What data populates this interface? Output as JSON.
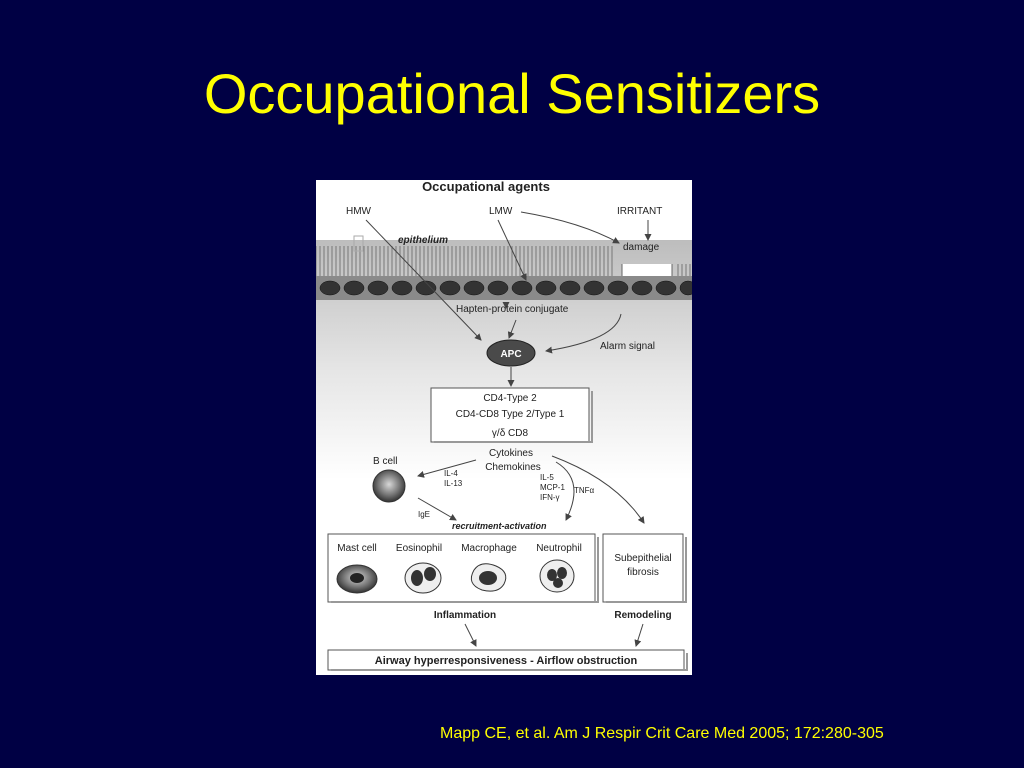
{
  "slide": {
    "title": "Occupational Sensitizers",
    "citation": "Mapp CE, et al.  Am J Respir Crit Care Med 2005; 172:280-305"
  },
  "diagram": {
    "header": "Occupational agents",
    "agents": {
      "hmw": "HMW",
      "lmw": "LMW",
      "irritant": "IRRITANT"
    },
    "damage": "damage",
    "epithelium": "epithelium",
    "hapten": "Hapten-protein conjugate",
    "apc": "APC",
    "alarm": "Alarm signal",
    "tcells": [
      "CD4-Type 2",
      "CD4-CD8 Type 2/Type 1",
      "γ/δ CD8"
    ],
    "cytokines": "Cytokines",
    "chemokines": "Chemokines",
    "bcell": "B cell",
    "il_left": [
      "IL-4",
      "IL-13"
    ],
    "il_right": [
      "IL-5",
      "MCP-1",
      "IFN-γ"
    ],
    "tnf": "TNFα",
    "ige": "IgE",
    "recruitment": "recruitment-activation",
    "cells": [
      "Mast cell",
      "Eosinophil",
      "Macrophage",
      "Neutrophil"
    ],
    "subepithelial": [
      "Subepithelial",
      "fibrosis"
    ],
    "inflammation": "Inflammation",
    "remodeling": "Remodeling",
    "outcome": "Airway hyperresponsiveness - Airflow obstruction"
  }
}
